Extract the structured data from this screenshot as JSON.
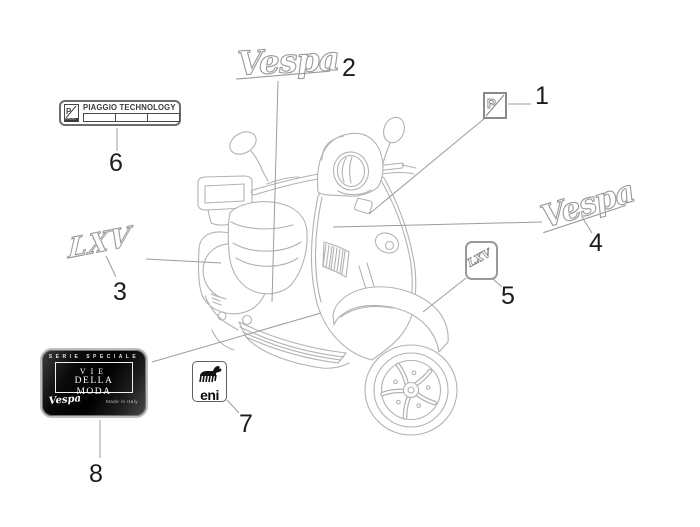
{
  "colors": {
    "background": "#ffffff",
    "line": "#b2b2b2",
    "leader": "#9c9c9c",
    "number": "#1c1c1c",
    "badge_dark": "#3f3f3f",
    "script_stroke": "#999999"
  },
  "callouts": {
    "n1": "1",
    "n2": "2",
    "n3": "3",
    "n4": "4",
    "n5": "5",
    "n6": "6",
    "n7": "7",
    "n8": "8"
  },
  "badges": {
    "piaggio_square": {
      "letter": "P"
    },
    "piaggio_technology": {
      "letter": "P",
      "brand": "PIAGGIO",
      "title": "PIAGGIO TECHNOLOGY"
    },
    "vespa_top": "Vespa",
    "vespa_side": "Vespa",
    "lxv_script": "LXV",
    "lxv_plate": "LXV",
    "eni_label": "eni",
    "vie_della_moda": {
      "header": "SERIE SPECIALE",
      "line1": "VIE",
      "line2": "DELLA MODA",
      "script": "Vespa",
      "footer": "Made in Italy"
    }
  }
}
